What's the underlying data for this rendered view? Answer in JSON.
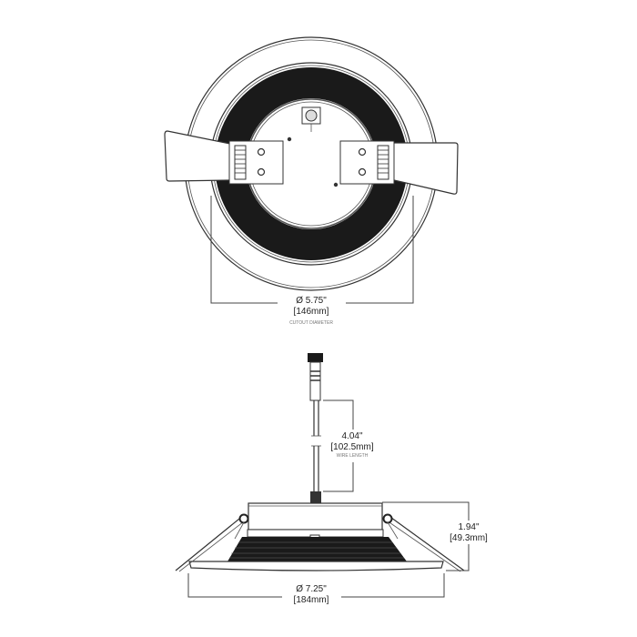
{
  "top_view": {
    "cutout_diameter_in": "Ø 5.75\"",
    "cutout_diameter_mm": "[146mm]",
    "cutout_label": "CUTOUT DIAMETER"
  },
  "side_view": {
    "wire_length_in": "4.04\"",
    "wire_length_mm": "[102.5mm]",
    "wire_length_label": "WIRE LENGTH",
    "height_in": "1.94\"",
    "height_mm": "[49.3mm]",
    "trim_diameter_in": "Ø 7.25\"",
    "trim_diameter_mm": "[184mm]"
  },
  "colors": {
    "line": "#333333",
    "fill_dark": "#1a1a1a"
  }
}
